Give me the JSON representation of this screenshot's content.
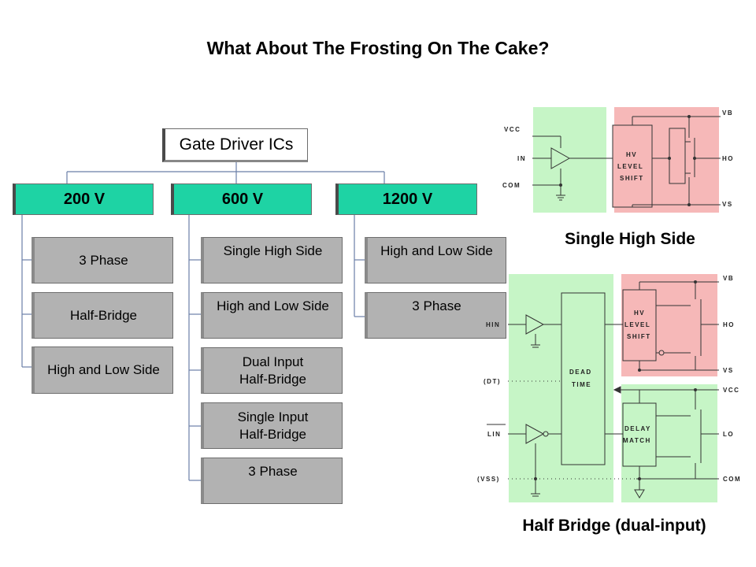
{
  "title": "What About The Frosting On The Cake?",
  "tree": {
    "root": "Gate Driver ICs",
    "groups": [
      {
        "label": "200 V",
        "items": [
          "3 Phase",
          "Half-Bridge",
          "High  and  Low Side"
        ]
      },
      {
        "label": "600 V",
        "items": [
          "Single High  Side",
          "High  and  Low Side",
          "Dual  Input\nHalf-Bridge",
          "Single  Input\nHalf-Bridge",
          "3 Phase"
        ]
      },
      {
        "label": "1200 V",
        "items": [
          "High  and  Low Side",
          "3 Phase"
        ]
      }
    ]
  },
  "schematic_high_side": {
    "caption": "Single High Side",
    "pins_left": [
      "VCC",
      "IN",
      "COM"
    ],
    "pins_right": [
      "VB",
      "HO",
      "VS"
    ],
    "block": "HV\nLEVEL\nSHIFT"
  },
  "schematic_half_bridge": {
    "caption": "Half Bridge (dual-input)",
    "pins_left": [
      "HIN",
      "(DT)",
      "LIN",
      "(VSS)"
    ],
    "pins_right": [
      "VB",
      "HO",
      "VS",
      "VCC",
      "LO",
      "COM"
    ],
    "blocks": {
      "dead_time": "DEAD\nTIME",
      "level_shift": "HV\nLEVEL\nSHIFT",
      "delay_match": "DELAY\nMATCH"
    }
  },
  "colors": {
    "teal": "#1ed3a4",
    "grey": "#b2b2b2",
    "green_bg": "#c6f5c6",
    "pink_bg": "#f6b8b8"
  }
}
